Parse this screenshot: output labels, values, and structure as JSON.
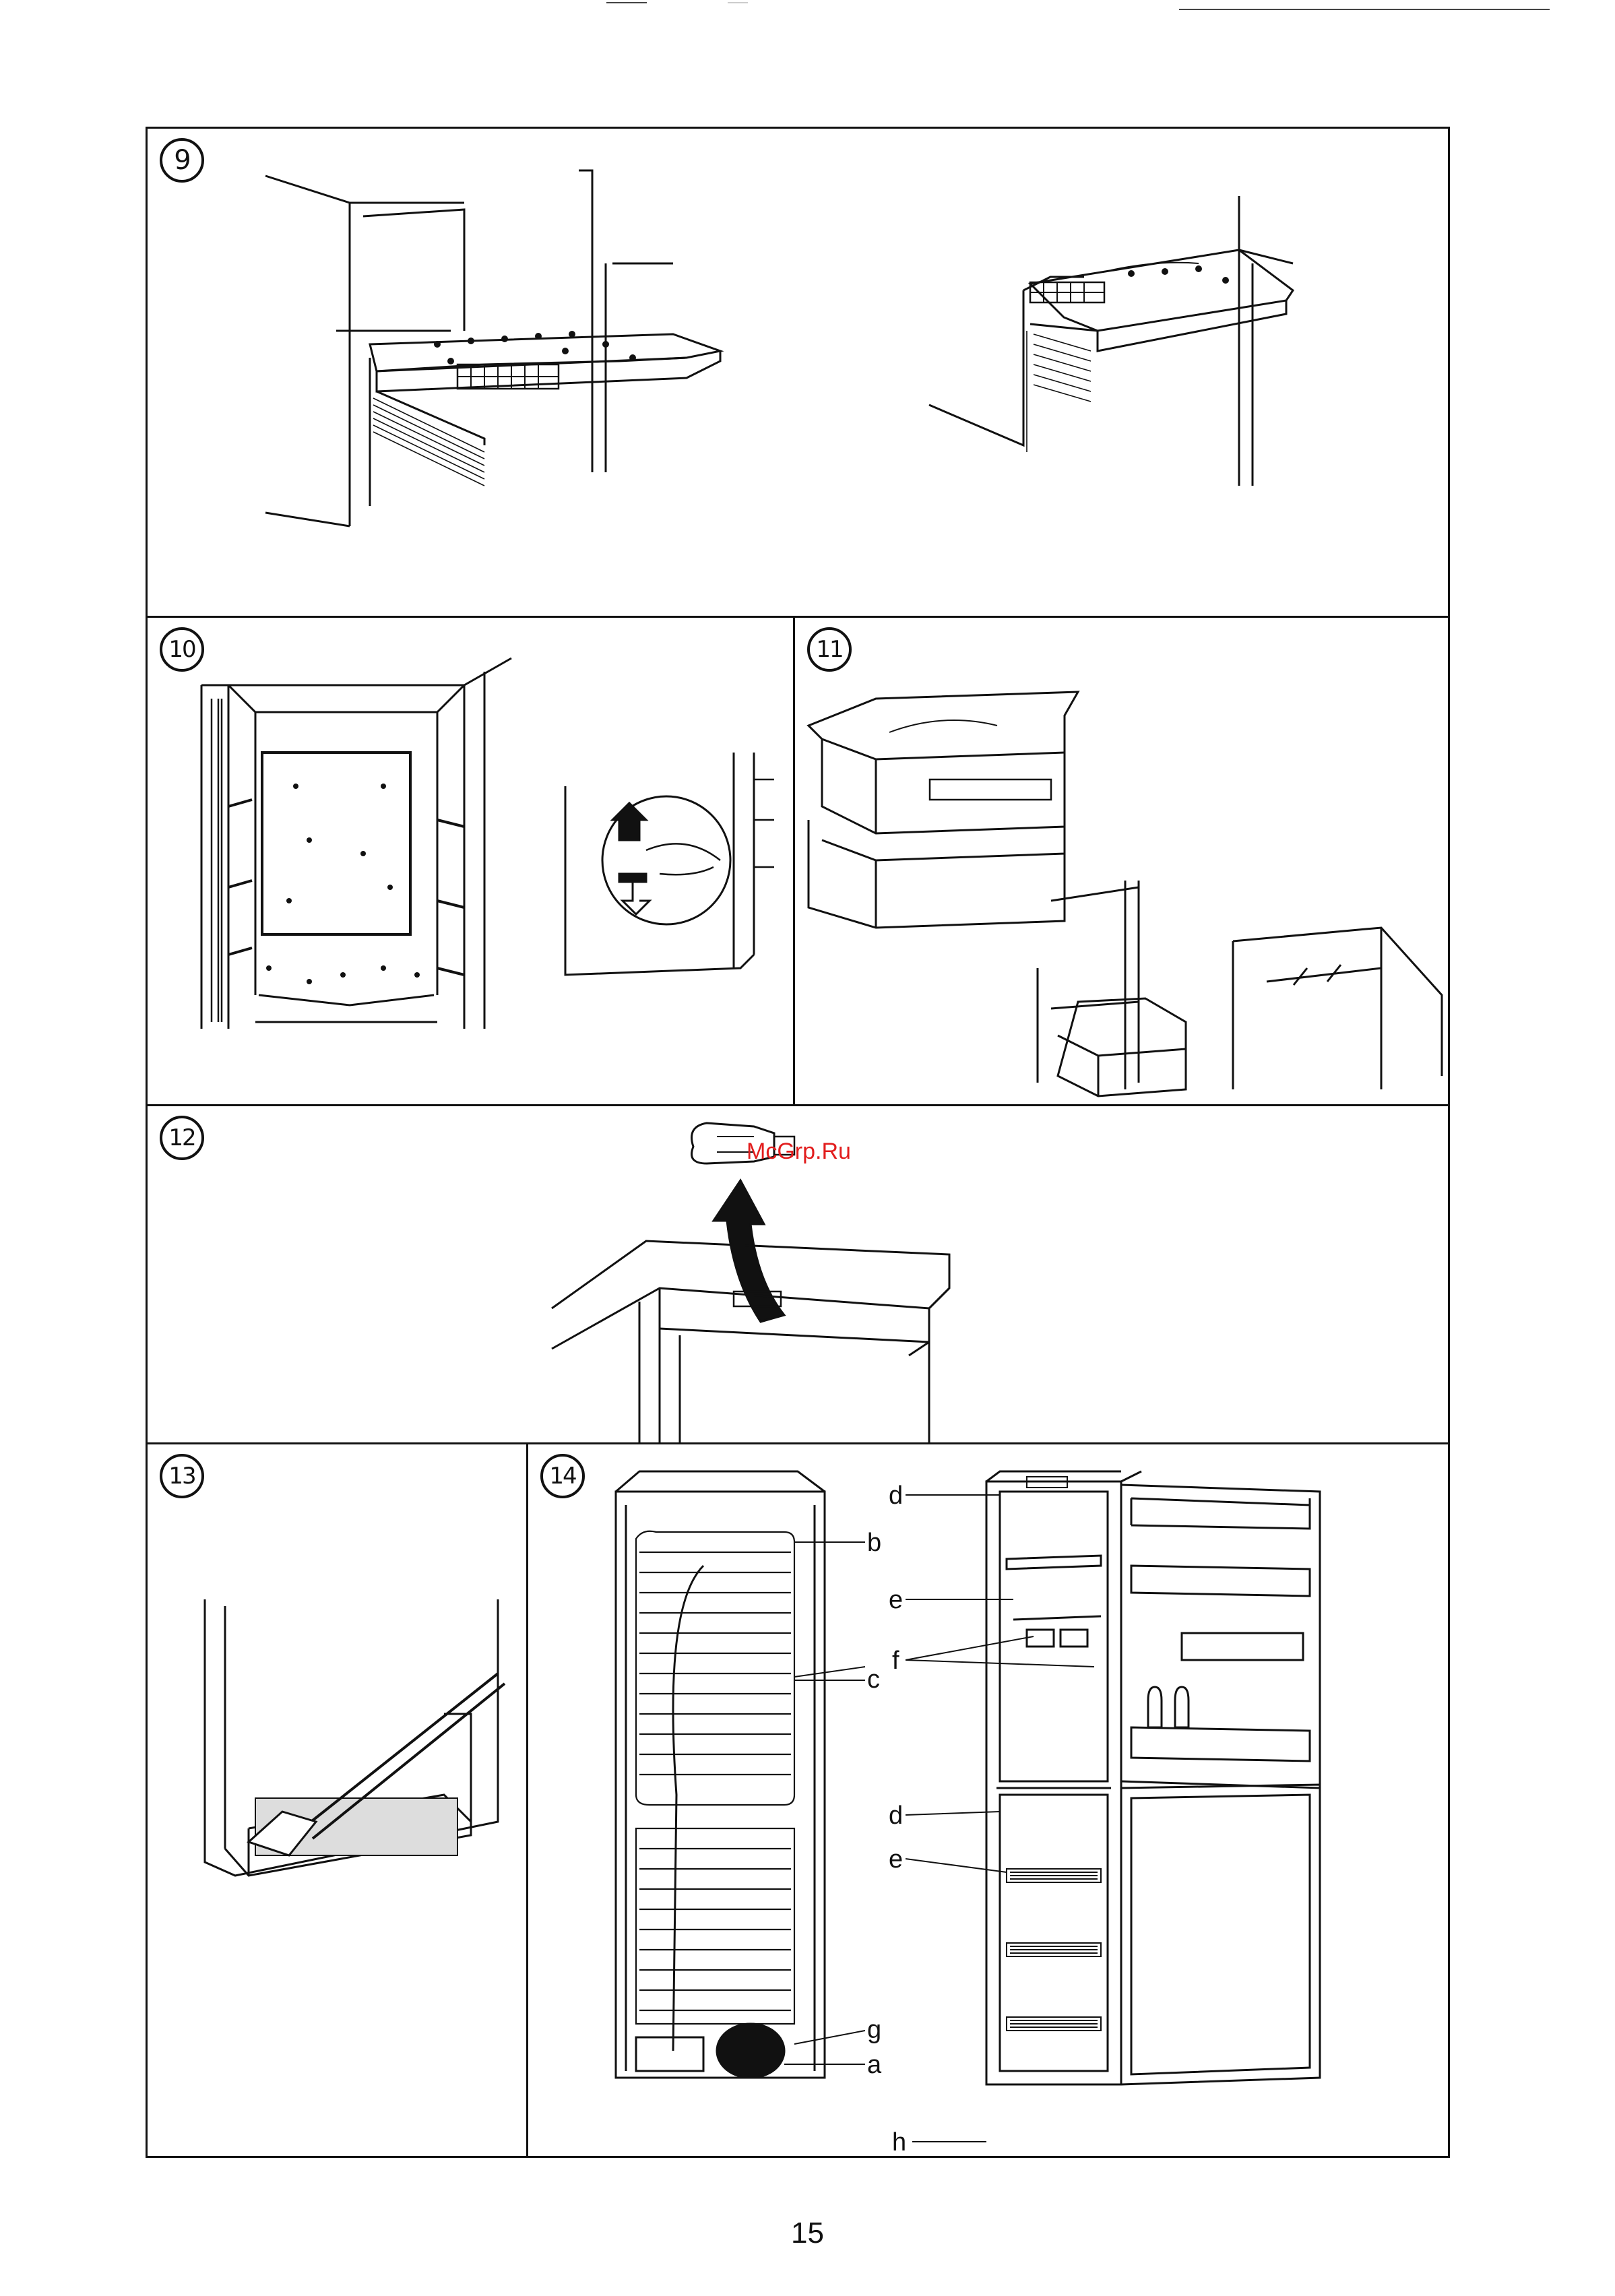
{
  "figures": [
    {
      "id": "fig9",
      "number": "9"
    },
    {
      "id": "fig10",
      "number": "10"
    },
    {
      "id": "fig11",
      "number": "11"
    },
    {
      "id": "fig12",
      "number": "12"
    },
    {
      "id": "fig13",
      "number": "13"
    },
    {
      "id": "fig14",
      "number": "14"
    }
  ],
  "fig14_callouts": {
    "rear": [
      "b",
      "c",
      "g",
      "a"
    ],
    "front": [
      "d",
      "e",
      "f",
      "d",
      "e",
      "h"
    ]
  },
  "watermark": "McGrp.Ru",
  "page_number": "15",
  "colors": {
    "ink": "#111111",
    "watermark": "#e21d1d"
  }
}
